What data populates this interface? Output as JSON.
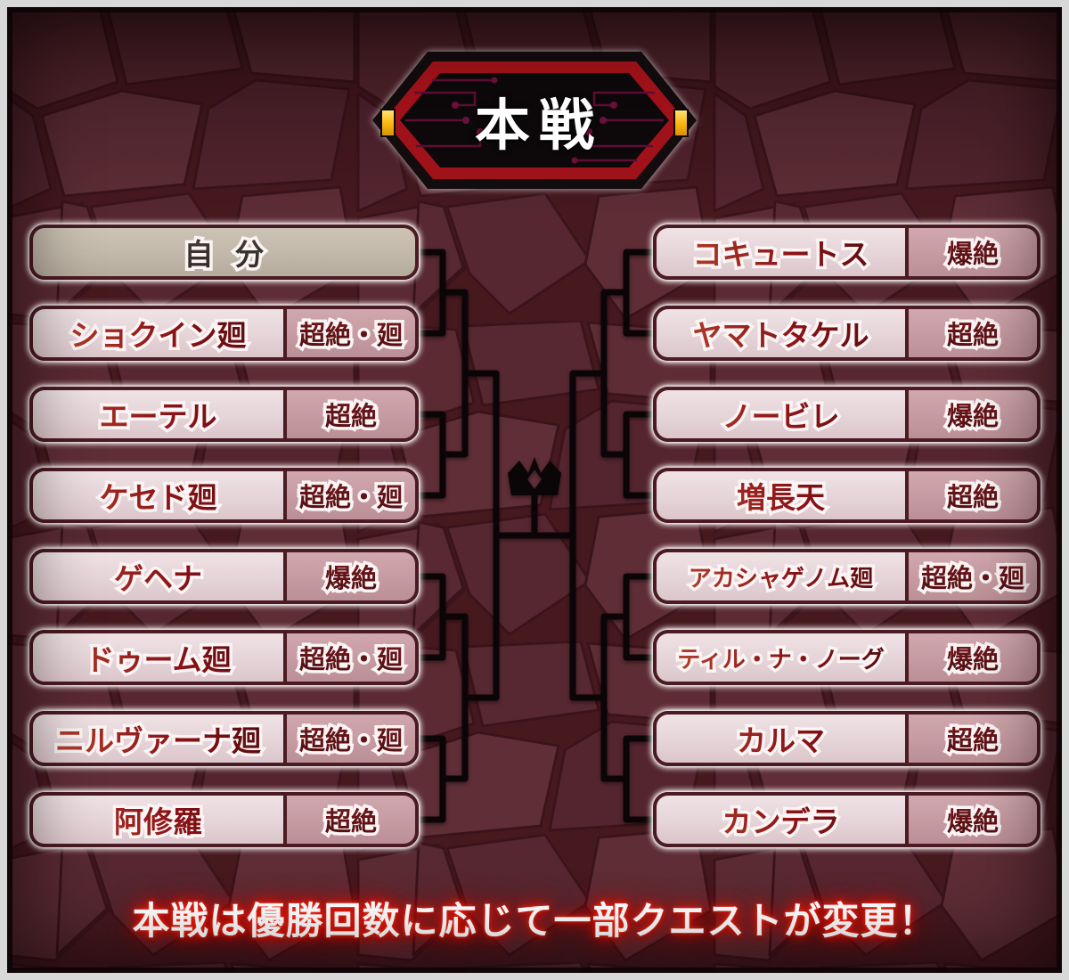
{
  "header": {
    "title": "本戦"
  },
  "footer": {
    "notice": "本戦は優勝回数に応じて一部クエストが変更！"
  },
  "bracket": {
    "left": [
      {
        "name": "自分",
        "difficulty": ""
      },
      {
        "name": "ショクイン廻",
        "difficulty": "超絶・廻"
      },
      {
        "name": "エーテル",
        "difficulty": "超絶"
      },
      {
        "name": "ケセド廻",
        "difficulty": "超絶・廻"
      },
      {
        "name": "ゲヘナ",
        "difficulty": "爆絶"
      },
      {
        "name": "ドゥーム廻",
        "difficulty": "超絶・廻"
      },
      {
        "name": "ニルヴァーナ廻",
        "difficulty": "超絶・廻"
      },
      {
        "name": "阿修羅",
        "difficulty": "超絶"
      }
    ],
    "right": [
      {
        "name": "コキュートス",
        "difficulty": "爆絶"
      },
      {
        "name": "ヤマトタケル",
        "difficulty": "超絶"
      },
      {
        "name": "ノービレ",
        "difficulty": "爆絶"
      },
      {
        "name": "増長天",
        "difficulty": "超絶"
      },
      {
        "name": "アカシャゲノム廻",
        "difficulty": "超絶・廻"
      },
      {
        "name": "ティル・ナ・ノーグ",
        "difficulty": "爆絶"
      },
      {
        "name": "カルマ",
        "difficulty": "超絶"
      },
      {
        "name": "カンデラ",
        "difficulty": "爆絶"
      }
    ]
  },
  "icons": {
    "crown": "champion-crown-icon"
  },
  "colors": {
    "background_stone": "#5c2d35",
    "mortar": "#46191f",
    "box_name_fill": "#e8d9dc",
    "box_diff_fill": "#c69aa1",
    "box_self_fill": "#c2b8aa",
    "box_border": "#4a1b22",
    "name_text": "#8c1216",
    "banner_red": "#a01219",
    "banner_panel": "#0d090b",
    "gold_accent": "#fdb913",
    "connector": "#0b0507",
    "notice_glow": "#e01010"
  }
}
